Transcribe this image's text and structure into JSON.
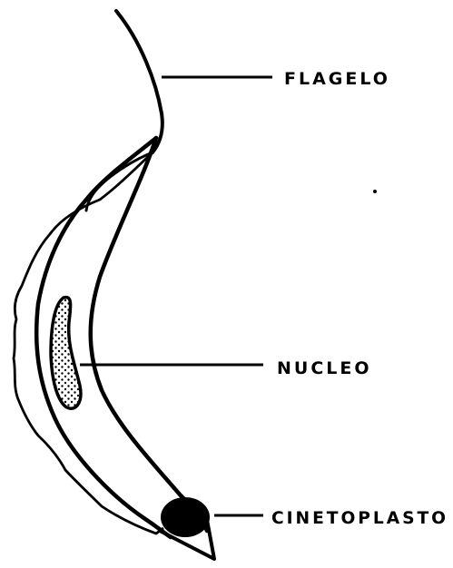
{
  "labels": {
    "flagelo": "FLAGELO",
    "nucleo": "NUCLEO",
    "cinetoplasto": "CINETOPLASTO"
  },
  "colors": {
    "ink": "#000000",
    "paper": "#ffffff"
  }
}
